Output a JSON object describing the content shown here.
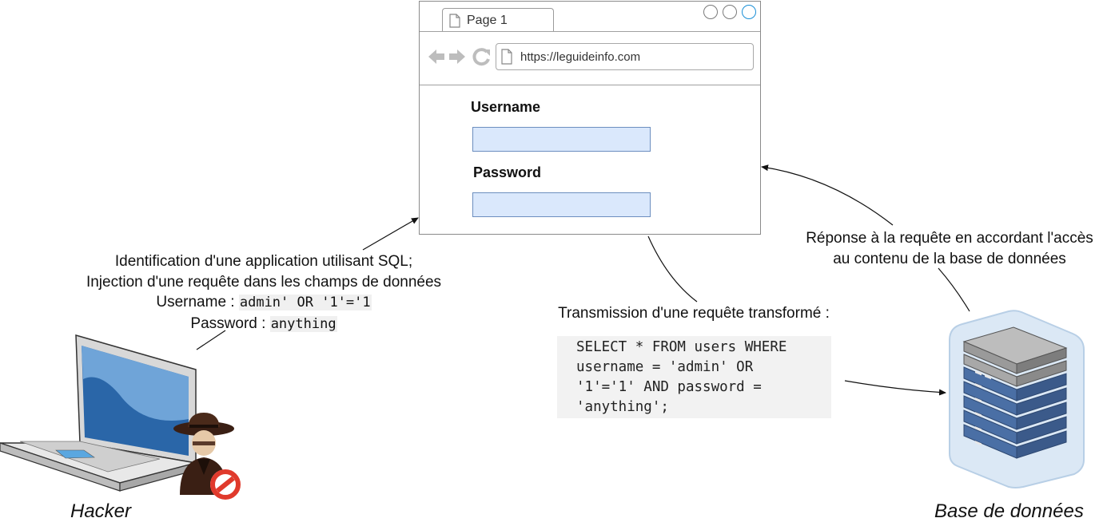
{
  "browser": {
    "tab_label": "Page 1",
    "url": "https://leguideinfo.com",
    "username_label": "Username",
    "password_label": "Password",
    "username_value": "",
    "password_value": ""
  },
  "hacker_text": {
    "line1": "Identification d'une application utilisant SQL;",
    "line2": "Injection d'une requête dans les champs de données",
    "username_prefix": "Username : ",
    "username_payload": "admin' OR '1'='1",
    "password_prefix": "Password : ",
    "password_payload": "anything"
  },
  "transmission": {
    "label": "Transmission d'une requête transformé :",
    "query_lines": [
      "SELECT * FROM users WHERE",
      "username = 'admin' OR",
      "'1'='1' AND password =",
      "'anything';"
    ]
  },
  "response": {
    "line1": "Réponse à la requête en accordant l'accès",
    "line2": "au contenu de la base de données"
  },
  "labels": {
    "hacker": "Hacker",
    "database": "Base de données"
  },
  "colors": {
    "field_fill": "#dae8fc",
    "field_border": "#6c8ebf",
    "server_blue": "#4a6fa5",
    "server_grey": "#9e9e9e",
    "accent_red": "#e03a2c"
  }
}
